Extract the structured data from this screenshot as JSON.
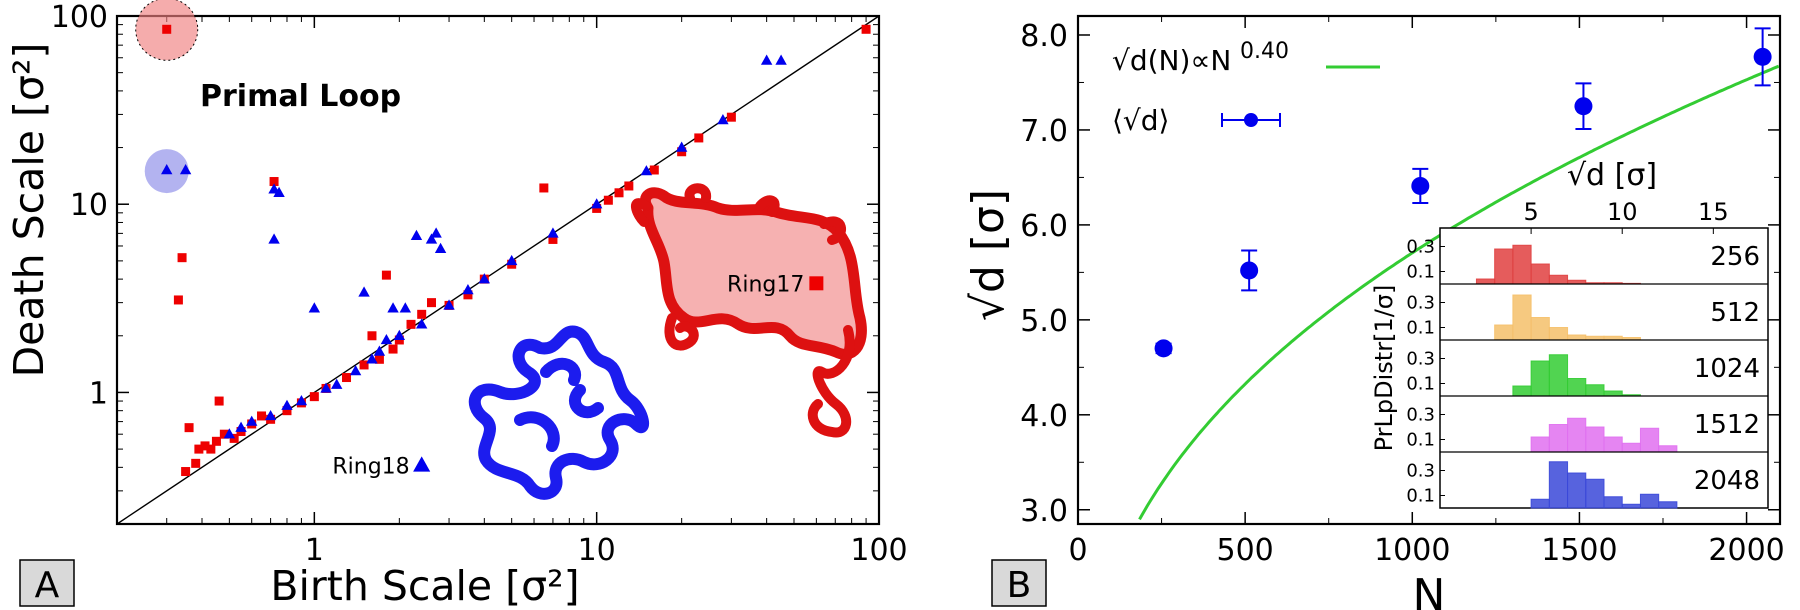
{
  "chart_data": [
    {
      "type": "scatter",
      "panel_label": "A",
      "xlabel": "Birth Scale [σ²]",
      "ylabel": "Death Scale [σ²]",
      "x_scale": "log",
      "y_scale": "log",
      "xlim": [
        0.2,
        100
      ],
      "ylim": [
        0.2,
        100
      ],
      "x_ticks": [
        {
          "value": 1,
          "label": "1"
        },
        {
          "value": 10,
          "label": "10"
        },
        {
          "value": 100,
          "label": "100"
        }
      ],
      "y_ticks": [
        {
          "value": 1,
          "label": "1"
        },
        {
          "value": 10,
          "label": "10"
        },
        {
          "value": 100,
          "label": "100"
        }
      ],
      "diagonal": true,
      "annotation": "Primal Loop",
      "highlights": [
        {
          "x": 0.3,
          "y": 85,
          "color": "#f08080"
        },
        {
          "x": 0.3,
          "y": 15,
          "color": "#8a8ae8"
        }
      ],
      "series": [
        {
          "name": "Ring17",
          "marker": "square",
          "color": "#ee0000",
          "points": [
            [
              0.3,
              85
            ],
            [
              0.33,
              3.1
            ],
            [
              0.34,
              5.2
            ],
            [
              0.35,
              0.38
            ],
            [
              0.36,
              0.65
            ],
            [
              0.38,
              0.42
            ],
            [
              0.39,
              0.5
            ],
            [
              0.41,
              0.52
            ],
            [
              0.43,
              0.5
            ],
            [
              0.45,
              0.55
            ],
            [
              0.46,
              0.9
            ],
            [
              0.48,
              0.6
            ],
            [
              0.52,
              0.57
            ],
            [
              0.55,
              0.62
            ],
            [
              0.6,
              0.68
            ],
            [
              0.65,
              0.75
            ],
            [
              0.7,
              0.72
            ],
            [
              0.72,
              13.2
            ],
            [
              0.8,
              0.8
            ],
            [
              0.9,
              0.88
            ],
            [
              1.0,
              0.95
            ],
            [
              1.1,
              1.05
            ],
            [
              1.3,
              1.2
            ],
            [
              1.5,
              1.4
            ],
            [
              1.6,
              2.0
            ],
            [
              1.7,
              1.5
            ],
            [
              1.8,
              4.2
            ],
            [
              1.9,
              1.7
            ],
            [
              2.0,
              1.9
            ],
            [
              2.2,
              2.3
            ],
            [
              2.4,
              2.6
            ],
            [
              2.6,
              3.0
            ],
            [
              3.0,
              2.9
            ],
            [
              3.5,
              3.3
            ],
            [
              4.0,
              4.0
            ],
            [
              5.0,
              4.8
            ],
            [
              6.5,
              12.2
            ],
            [
              7,
              6.5
            ],
            [
              10,
              9.5
            ],
            [
              11,
              10.5
            ],
            [
              12,
              11.5
            ],
            [
              13,
              12.5
            ],
            [
              16,
              15.2
            ],
            [
              20,
              19.0
            ],
            [
              23,
              22.5
            ],
            [
              30,
              29
            ],
            [
              90,
              85
            ]
          ]
        },
        {
          "name": "Ring18",
          "marker": "triangle",
          "color": "#0000ee",
          "points": [
            [
              0.3,
              15.2
            ],
            [
              0.35,
              15.2
            ],
            [
              0.5,
              0.6
            ],
            [
              0.55,
              0.65
            ],
            [
              0.6,
              0.7
            ],
            [
              0.7,
              0.75
            ],
            [
              0.72,
              12
            ],
            [
              0.72,
              6.5
            ],
            [
              0.75,
              11.5
            ],
            [
              0.8,
              0.85
            ],
            [
              0.9,
              0.9
            ],
            [
              1.0,
              2.8
            ],
            [
              1.1,
              1.05
            ],
            [
              1.2,
              1.1
            ],
            [
              1.4,
              1.3
            ],
            [
              1.5,
              3.4
            ],
            [
              1.6,
              1.5
            ],
            [
              1.7,
              1.65
            ],
            [
              1.8,
              1.9
            ],
            [
              1.9,
              2.8
            ],
            [
              2.0,
              2.0
            ],
            [
              2.1,
              2.8
            ],
            [
              2.3,
              6.8
            ],
            [
              2.4,
              2.3
            ],
            [
              2.6,
              6.5
            ],
            [
              2.7,
              7.0
            ],
            [
              2.8,
              5.8
            ],
            [
              3.0,
              2.9
            ],
            [
              3.5,
              3.5
            ],
            [
              4.0,
              4.0
            ],
            [
              5.0,
              5.0
            ],
            [
              7.0,
              7.0
            ],
            [
              10,
              10
            ],
            [
              15,
              15
            ],
            [
              20,
              20
            ],
            [
              28,
              28
            ],
            [
              40,
              58
            ],
            [
              45,
              58
            ]
          ]
        }
      ],
      "labels": [
        {
          "text": "Ring17",
          "x": 60,
          "y": 3.8,
          "marker": "square",
          "color": "#ee0000"
        },
        {
          "text": "Ring18",
          "x": 2.4,
          "y": 0.41,
          "marker": "triangle",
          "color": "#0000ee"
        }
      ]
    },
    {
      "type": "line",
      "panel_label": "B",
      "xlabel": "N",
      "ylabel": "√d [σ]",
      "xlim": [
        0,
        2100
      ],
      "ylim": [
        2.85,
        8.2
      ],
      "x_ticks": [
        0,
        500,
        1000,
        1500,
        2000
      ],
      "y_ticks": [
        {
          "value": 3.0,
          "label": "3.0"
        },
        {
          "value": 4.0,
          "label": "4.0"
        },
        {
          "value": 5.0,
          "label": "5.0"
        },
        {
          "value": 6.0,
          "label": "6.0"
        },
        {
          "value": 7.0,
          "label": "7.0"
        },
        {
          "value": 8.0,
          "label": "8.0"
        }
      ],
      "legend": [
        {
          "text": "√d(N)∝N",
          "superscript": "0.40",
          "kind": "line",
          "color": "#33cc33"
        },
        {
          "text": "⟨√d⟩",
          "kind": "errorpoint",
          "color": "#0000ee"
        }
      ],
      "fit": {
        "exponent": 0.4,
        "prefactor": 0.36,
        "color": "#33cc33"
      },
      "series": [
        {
          "kind": "errorpoint",
          "color": "#0000ee",
          "x": [
            256,
            512,
            1024,
            1512,
            2048
          ],
          "y": [
            4.7,
            5.52,
            6.41,
            7.25,
            7.77
          ],
          "err": [
            0.05,
            0.21,
            0.18,
            0.24,
            0.3
          ]
        }
      ],
      "inset": {
        "xlabel": "√d [σ]",
        "ylabel": "PrLpDistr[1/σ]",
        "xlim": [
          0,
          18
        ],
        "x_ticks": [
          5,
          10,
          15
        ],
        "y_ticks": [
          {
            "value": 0.1,
            "label": "0.1"
          },
          {
            "value": 0.3,
            "label": "0.3"
          }
        ],
        "bin_start": 2,
        "bin_width": 1,
        "histograms": [
          {
            "label": "256",
            "color": "#e04040",
            "bins": [
              0.04,
              0.28,
              0.31,
              0.16,
              0.07,
              0.03,
              0.01,
              0.01,
              0.005
            ]
          },
          {
            "label": "512",
            "color": "#f5c06a",
            "bins": [
              0.0,
              0.12,
              0.36,
              0.18,
              0.1,
              0.04,
              0.03,
              0.03,
              0.02
            ]
          },
          {
            "label": "1024",
            "color": "#33cc33",
            "bins": [
              0.0,
              0.0,
              0.08,
              0.28,
              0.33,
              0.14,
              0.09,
              0.04,
              0.01
            ]
          },
          {
            "label": "1512",
            "color": "#e070f0",
            "bins": [
              0.0,
              0.0,
              0.0,
              0.12,
              0.22,
              0.27,
              0.2,
              0.12,
              0.07,
              0.19,
              0.05
            ]
          },
          {
            "label": "2048",
            "color": "#3a48d8",
            "bins": [
              0.0,
              0.0,
              0.0,
              0.07,
              0.37,
              0.28,
              0.23,
              0.09,
              0.03,
              0.11,
              0.05
            ]
          }
        ]
      }
    }
  ]
}
